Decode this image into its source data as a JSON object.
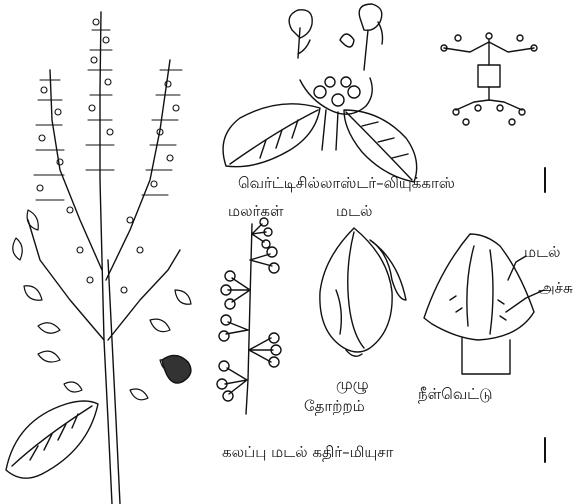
{
  "labels": {
    "verticillaster": "வெர்ட்டிசில்லாஸ்டர்–லியுக்காஸ்",
    "flowers": "மலர்கள்",
    "bract_center": "மடல்",
    "bract_right": "மடல்",
    "axis": "அச்சு",
    "full_view_line1": "முழு",
    "full_view_line2": "தோற்றம்",
    "longitudinal_section": "நீள்வெட்டு",
    "caption": "கலப்பு மடல் கதிர்–மியுசா"
  },
  "colors": {
    "ink": "#111111",
    "paper": "#ffffff"
  }
}
